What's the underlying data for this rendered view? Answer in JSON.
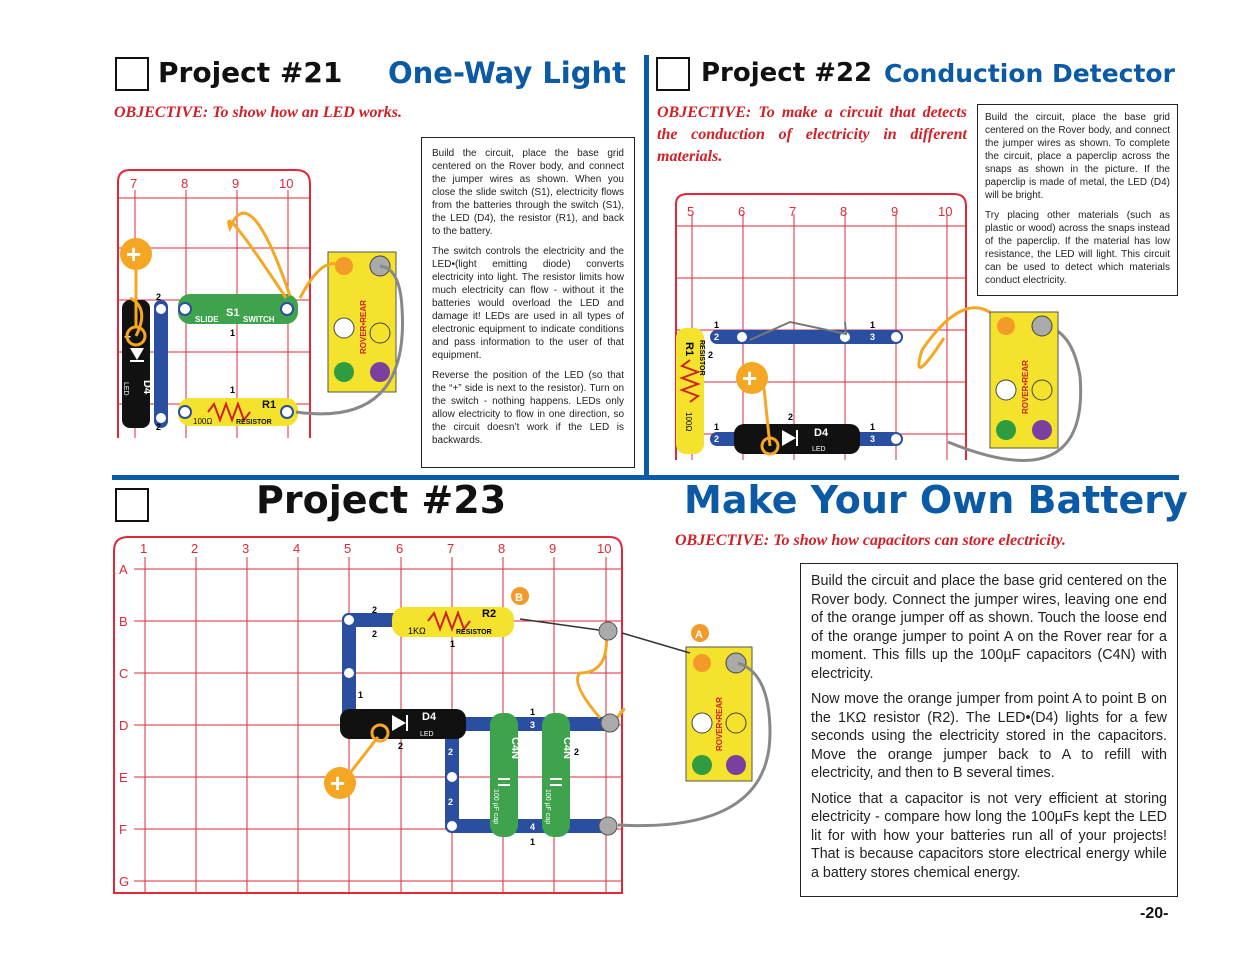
{
  "project21": {
    "title": "Project #21",
    "subtitle": "One-Way Light",
    "objective": "OBJECTIVE:  To show how an LED works.",
    "paragraphs": [
      "Build the circuit, place the base grid centered on the Rover body, and connect the jumper wires as shown. When you close the slide switch (S1), electricity flows from the batteries through the switch (S1), the LED (D4), the resistor (R1), and back to the battery.",
      "The switch controls the electricity and the LED•(light emitting diode) converts electricity into light. The resistor limits how much electricity can flow - without it the batteries would overload the LED and damage it! LEDs are used in all types of electronic equipment to indicate conditions and pass information to the user of that equipment.",
      "Reverse the position of the LED (so that the “+” side is next to the resistor). Turn on the switch - nothing happens. LEDs only allow electricity to flow in one direction, so the circuit doesn’t work if the LED is backwards."
    ],
    "grid_cols": [
      "7",
      "8",
      "9",
      "10"
    ],
    "labels": {
      "s1": "S1",
      "slide": "SLIDE",
      "switch": "SWITCH",
      "d4": "D4",
      "led": "LED",
      "r1": "R1",
      "ohm": "100Ω",
      "resistor": "RESISTOR",
      "rover": "ROVER•REAR",
      "plus": "+",
      "n1": "1",
      "n2": "2"
    }
  },
  "project22": {
    "title": "Project #22",
    "subtitle": "Conduction Detector",
    "objective": "OBJECTIVE:  To make a circuit that detects the conduction of electricity in different materials.",
    "paragraphs": [
      "Build the circuit, place the base grid centered on the Rover body, and connect the jumper wires as shown. To complete the circuit, place a paperclip across the snaps as shown in the picture. If the paperclip is made of metal, the LED (D4) will be bright.",
      "Try placing other materials (such as plastic or wood) across the snaps instead of the paperclip. If the material has low resistance, the LED will light. This circuit can be used to detect which materials conduct electricity."
    ],
    "grid_cols": [
      "5",
      "6",
      "7",
      "8",
      "9",
      "10"
    ],
    "labels": {
      "r1": "R1",
      "resistor": "RESISTOR",
      "ohm": "100Ω",
      "d4": "D4",
      "led": "LED",
      "rover": "ROVER•REAR",
      "plus": "+",
      "n1": "1",
      "n2": "2",
      "n3": "3"
    }
  },
  "project23": {
    "title": "Project #23",
    "subtitle": "Make Your Own Battery",
    "objective": "OBJECTIVE:  To show how capacitors can store electricity.",
    "paragraphs": [
      "Build the circuit and place the base grid centered on the Rover body. Connect the jumper wires, leaving one end of the orange jumper off as shown. Touch the loose end of the orange jumper to point A on the Rover rear for a moment. This fills up the 100µF capacitors (C4N) with electricity.",
      "Now move the orange jumper from point A to point B on the 1KΩ resistor (R2). The LED•(D4) lights for a few seconds using the electricity stored in the capacitors. Move the orange jumper back to A to refill with electricity, and then to B several times.",
      "Notice that a capacitor is not very efficient at storing electricity - compare how long the 100µFs kept the LED lit for with how your batteries run all of your projects! That is because capacitors store electrical energy while a battery stores chemical energy."
    ],
    "grid_cols": [
      "1",
      "2",
      "3",
      "4",
      "5",
      "6",
      "7",
      "8",
      "9",
      "10"
    ],
    "grid_rows": [
      "A",
      "B",
      "C",
      "D",
      "E",
      "F",
      "G"
    ],
    "labels": {
      "r2": "R2",
      "kohm": "1KΩ",
      "resistor": "RESISTOR",
      "d4": "D4",
      "led": "LED",
      "c4n": "C4N",
      "cap": "100 µF cap",
      "rover": "ROVER•REAR",
      "pointA": "A",
      "pointB": "B",
      "plus": "+",
      "n1": "1",
      "n2": "2",
      "n3": "3",
      "n4": "4"
    }
  },
  "page_number": "-20-",
  "colors": {
    "brand_blue": "#0a5aa6",
    "objective_red": "#d22027",
    "grid_red": "#e0283a",
    "jumper_orange": "#f5a623",
    "snap_blue": "#2b4fa0"
  }
}
